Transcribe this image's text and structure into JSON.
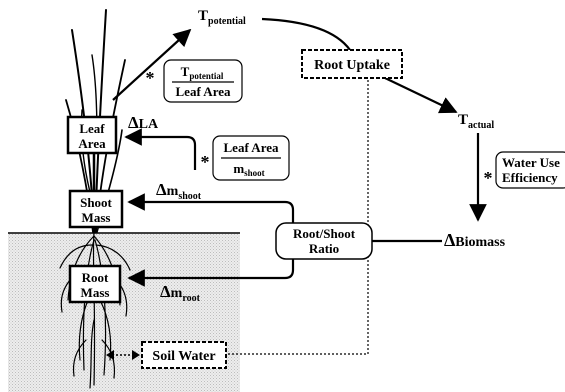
{
  "diagram": {
    "nodes": {
      "t_potential": {
        "base": "T",
        "sub": "potential"
      },
      "root_uptake": "Root Uptake",
      "t_actual": {
        "base": "T",
        "sub": "actual"
      },
      "leaf_area": [
        "Leaf",
        "Area"
      ],
      "shoot_mass": [
        "Shoot",
        "Mass"
      ],
      "root_mass": [
        "Root",
        "Mass"
      ],
      "root_shoot_ratio": [
        "Root/Shoot",
        "Ratio"
      ],
      "soil_water": "Soil Water",
      "delta_biomass": {
        "delta": "Δ",
        "text": "Biomass"
      },
      "delta_la": {
        "delta": "Δ",
        "text": "LA"
      },
      "delta_m_shoot": {
        "delta": "Δ",
        "text": "m",
        "sub": "shoot"
      },
      "delta_m_root": {
        "delta": "Δ",
        "text": "m",
        "sub": "root"
      }
    },
    "fractions": {
      "tpot_over_la": {
        "num_base": "T",
        "num_sub": "potential",
        "den": "Leaf Area"
      },
      "la_over_mshoot": {
        "num": "Leaf Area",
        "den_base": "m",
        "den_sub": "shoot"
      },
      "wue": [
        "Water Use",
        "Efficiency"
      ]
    },
    "operator": "*",
    "colors": {
      "line": "#000000",
      "soil_fill": "#e6e6e6",
      "plant": "#000000"
    }
  }
}
